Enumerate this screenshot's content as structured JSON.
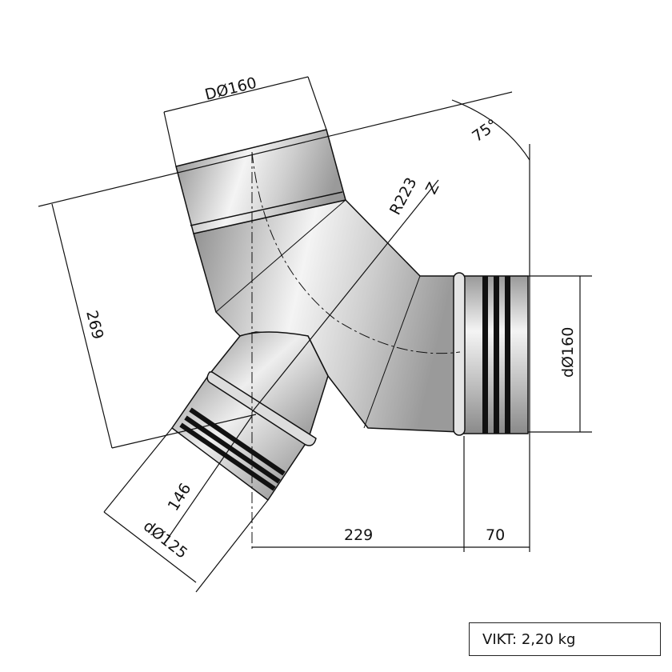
{
  "drawing": {
    "labels": {
      "top_diameter": "DØ160",
      "angle": "75°",
      "radius": "R223",
      "axis": "Z",
      "height": "269",
      "right_diameter": "dØ160",
      "branch_length": "146",
      "branch_diameter": "dØ125",
      "horizontal_offset": "229",
      "outlet_length": "70"
    },
    "colors": {
      "line": "#111111",
      "metal_light": "#f2f2f2",
      "metal_dark": "#8a8a8a",
      "gasket": "#111111"
    }
  },
  "weight": {
    "text": "VIKT: 2,20 kg"
  }
}
